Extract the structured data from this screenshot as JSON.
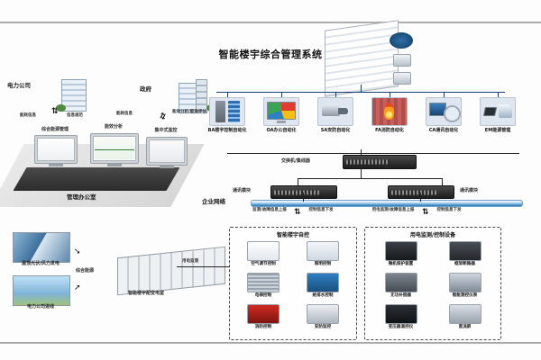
{
  "diagram": {
    "title": "智能楼宇综合管理系统",
    "top_left": {
      "power_company": "电力公司",
      "flow_left": "能耗信息",
      "flow_right": "信息规范",
      "government": "政府",
      "gov_flow_left": "能耗信息",
      "gov_flow_right": "能效分析/能效评估"
    },
    "consoles": [
      {
        "label": "综合能源管理",
        "icon": "monitor-icon"
      },
      {
        "label": "能效分析",
        "icon": "chart-monitor-icon"
      },
      {
        "label": "集中式监控",
        "icon": "control-monitor-icon"
      }
    ],
    "office_label": "管理办公室",
    "systems": [
      {
        "code": "BA",
        "label": "BA楼宇控制自动化",
        "icon": "server-icon"
      },
      {
        "code": "OA",
        "label": "OA办公自动化",
        "icon": "monitor-icon"
      },
      {
        "code": "SA",
        "label": "SA安防自动化",
        "icon": "security-camera-icon"
      },
      {
        "code": "FA",
        "label": "FA消防自动化",
        "icon": "fire-icon"
      },
      {
        "code": "CA",
        "label": "CA通讯自动化",
        "icon": "communication-icon"
      },
      {
        "code": "EM",
        "label": "EM能源管理",
        "icon": "energy-chip-icon"
      }
    ],
    "network": {
      "switch_label": "交换机/集线器",
      "comm_module_left": "通讯模块",
      "comm_module_right": "通讯模块",
      "bus_label": "企业网络",
      "left_up": "监测/故障信息上报",
      "left_down": "控制信息下发",
      "right_up": "用电监测/故障信息上报",
      "right_down": "控制信息下发"
    },
    "building_auto": {
      "title": "智能楼宇自控",
      "items": [
        {
          "label": "空气调节控制",
          "icon": "air-conditioner-icon"
        },
        {
          "label": "照明控制",
          "icon": "lamp-icon"
        },
        {
          "label": "电梯控制",
          "icon": "elevator-icon"
        },
        {
          "label": "给排水控制",
          "icon": "water-pump-icon"
        },
        {
          "label": "消防控制",
          "icon": "fire-extinguisher-icon"
        },
        {
          "label": "安防监控",
          "icon": "cctv-camera-icon"
        }
      ]
    },
    "power_monitor": {
      "title": "用电监测/控制设备",
      "items": [
        {
          "label": "微机保护装置",
          "icon": "protection-relay-icon"
        },
        {
          "label": "框架断路器",
          "icon": "circuit-breaker-icon"
        },
        {
          "label": "无功补偿器",
          "icon": "reactive-compensator-icon"
        },
        {
          "label": "智能测控仪表",
          "icon": "smart-meter-icon"
        },
        {
          "label": "变压器温控仪",
          "icon": "transformer-temp-controller-icon"
        },
        {
          "label": "直流屏",
          "icon": "dc-panel-icon"
        }
      ]
    },
    "energy_sources": {
      "solar_wind": "屋顶光伏/风力发电",
      "grid_line": "电力公司进线",
      "combined": "综合能源",
      "substation": "智能楼宇配变电室",
      "monitor_arrow": "用电监测"
    },
    "colors": {
      "line": "#1b3f73",
      "bus": "#2d79b5",
      "fire": "#b4231d",
      "text": "#111111",
      "dashed_border": "#4a4a4a"
    }
  }
}
